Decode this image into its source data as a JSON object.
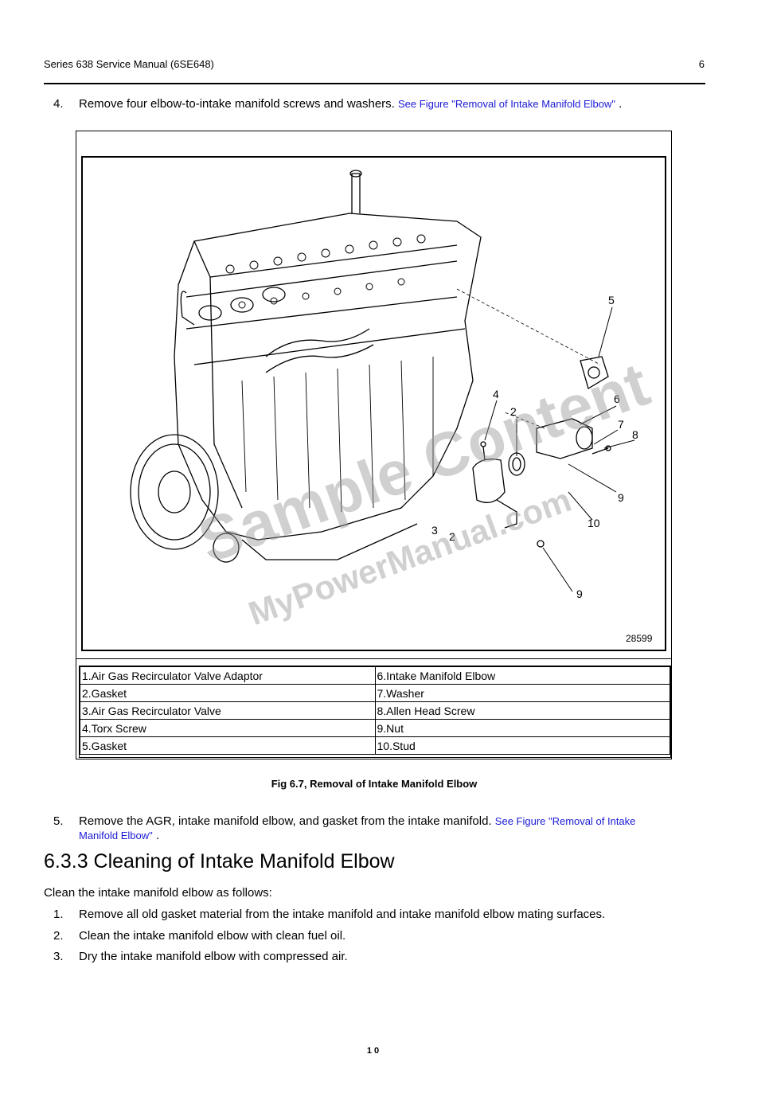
{
  "header": {
    "title": "Series 638 Service Manual (6SE648)",
    "page_ref": "6"
  },
  "steps": [
    {
      "num": "4.",
      "text": "Remove four elbow-to-intake manifold screws and washers.",
      "link": "See Figure \"Removal of Intake Manifold Elbow\"",
      "after": " ."
    },
    {
      "num": "5.",
      "text": "Remove the AGR, intake manifold elbow, and gasket from the intake manifold.",
      "link_part1": "See Figure \"Removal of Intake",
      "link_part2": "Manifold Elbow\"",
      "after": " ."
    }
  ],
  "figure": {
    "callouts": [
      "5",
      "4",
      "2",
      "6",
      "7",
      "8",
      "9",
      "10",
      "3",
      "2",
      "9"
    ],
    "drawing_number": "28599",
    "watermark_main": "Sample Content",
    "watermark_sub": "MyPowerManual.com",
    "legend": [
      [
        "1.Air Gas Recirculator Valve Adaptor",
        "6.Intake Manifold Elbow"
      ],
      [
        "2.Gasket",
        "7.Washer"
      ],
      [
        "3.Air Gas Recirculator Valve",
        "8.Allen Head Screw"
      ],
      [
        "4.Torx Screw",
        "9.Nut"
      ],
      [
        "5.Gasket",
        "10.Stud"
      ]
    ],
    "caption": "Fig 6.7, Removal of Intake Manifold Elbow"
  },
  "section": {
    "heading": "6.3.3 Cleaning of Intake Manifold Elbow",
    "intro": "Clean the intake manifold elbow as follows:",
    "items": [
      {
        "num": "1.",
        "text": "Remove all old gasket material from the intake manifold and intake manifold elbow mating surfaces."
      },
      {
        "num": "2.",
        "text": "Clean the intake manifold elbow with clean fuel oil."
      },
      {
        "num": "3.",
        "text": "Dry the intake manifold elbow with compressed air."
      }
    ]
  },
  "footer": {
    "page_number": "10"
  }
}
